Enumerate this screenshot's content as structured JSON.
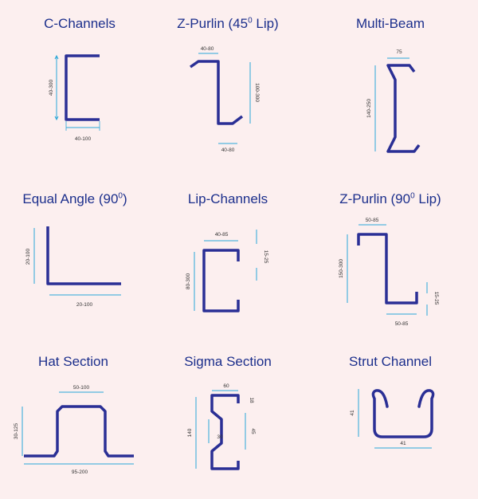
{
  "colors": {
    "background": "#fcefef",
    "profile": "#2a2f95",
    "dimension": "#2aa7d8",
    "title": "#1c2f8c"
  },
  "sections": [
    {
      "title": "C-Channels",
      "sup": "",
      "title_end": "",
      "dims": {
        "height": "40-300",
        "width": "40-100"
      }
    },
    {
      "title": "Z-Purlin (45",
      "sup": "0",
      "title_end": " Lip)",
      "dims": {
        "top": "40-80",
        "height": "100-300",
        "bottom": "40-80"
      }
    },
    {
      "title": "Multi-Beam",
      "sup": "",
      "title_end": "",
      "dims": {
        "top": "75",
        "height": "140-250"
      }
    },
    {
      "title": "Equal Angle (90",
      "sup": "0",
      "title_end": ")",
      "dims": {
        "height": "20-100",
        "width": "20-100"
      }
    },
    {
      "title": "Lip-Channels",
      "sup": "",
      "title_end": "",
      "dims": {
        "width": "40-85",
        "lip": "15-25",
        "height": "80-300"
      }
    },
    {
      "title": "Z-Purlin (90",
      "sup": "0",
      "title_end": " Lip)",
      "dims": {
        "top": "50-85",
        "height": "150-300",
        "lip": "15-25",
        "bottom": "50-85"
      }
    },
    {
      "title": "Hat Section",
      "sup": "",
      "title_end": "",
      "dims": {
        "top": "50-100",
        "height": "30-125",
        "bottom": "95-200"
      }
    },
    {
      "title": "Sigma Section",
      "sup": "",
      "title_end": "",
      "dims": {
        "top": "60",
        "lip": "18",
        "height": "140",
        "web": "30",
        "depth": "45"
      }
    },
    {
      "title": "Strut Channel",
      "sup": "",
      "title_end": "",
      "dims": {
        "height": "41",
        "width": "41"
      }
    }
  ]
}
